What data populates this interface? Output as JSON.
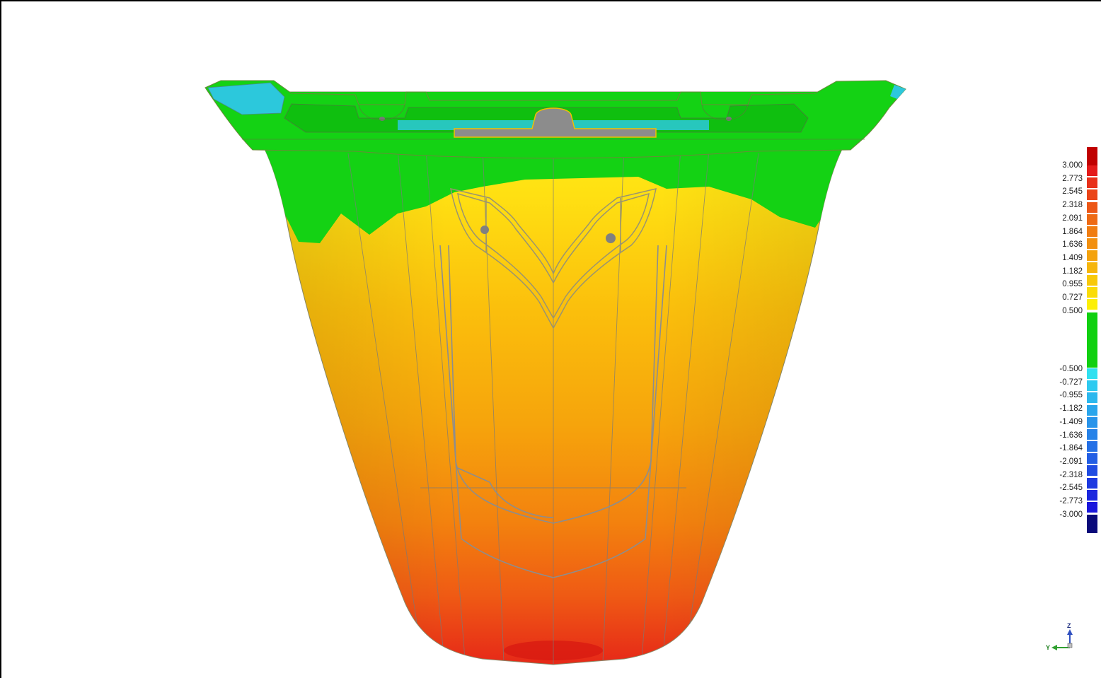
{
  "legend": {
    "labels": [
      "3.000",
      "2.773",
      "2.545",
      "2.318",
      "2.091",
      "1.864",
      "1.636",
      "1.409",
      "1.182",
      "0.955",
      "0.727",
      "0.500",
      "-0.500",
      "-0.727",
      "-0.955",
      "-1.182",
      "-1.409",
      "-1.636",
      "-1.864",
      "-2.091",
      "-2.318",
      "-2.545",
      "-2.773",
      "-3.000"
    ],
    "colors": {
      "over": "#c00000",
      "positive": [
        "#e41a1a",
        "#e8301a",
        "#ea4418",
        "#ec5716",
        "#ee6a14",
        "#f07d12",
        "#f29010",
        "#f4a30e",
        "#f6b60c",
        "#f8c90a",
        "#fadc08",
        "#fcef06"
      ],
      "in_tolerance": "#10d010",
      "negative": [
        "#30e0f0",
        "#2ecaf0",
        "#2cb8ee",
        "#2aa6ec",
        "#2894ea",
        "#2682e8",
        "#2470e6",
        "#225ee4",
        "#204ce2",
        "#1e3ae0",
        "#1c28de",
        "#1a16dc"
      ],
      "under": "#0a0a7a"
    }
  },
  "triad": {
    "z_label": "Z",
    "y_label": "Y",
    "icon": "axis-triad-icon"
  }
}
